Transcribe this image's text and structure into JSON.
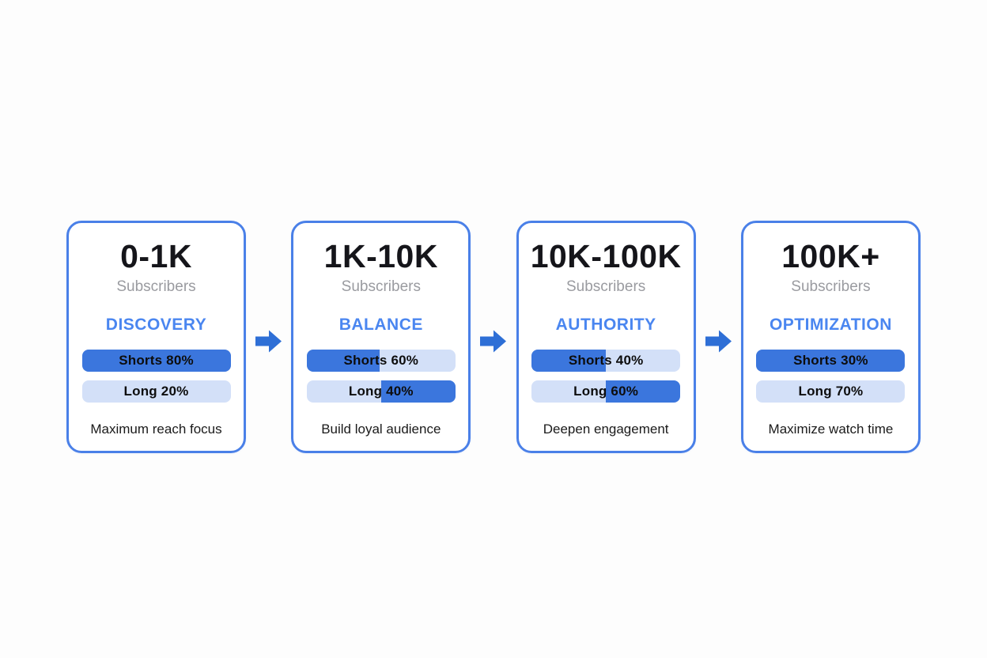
{
  "colors": {
    "background": "#fdfdfd",
    "card_border": "#4a80e8",
    "title": "#15151a",
    "subtitle": "#9a9ba0",
    "stage": "#4a86f0",
    "bar_dark": "#3b76dd",
    "bar_light": "#d3e0f8",
    "arrow": "#2e6fd6"
  },
  "arrow": {
    "color": "#2e6fd6"
  },
  "cards": [
    {
      "range": "0-1K",
      "subtitle": "Subscribers",
      "stage": "DISCOVERY",
      "bars": [
        {
          "label": "Shorts 80%",
          "fill_percent": 100,
          "fill_side": "left"
        },
        {
          "label": "Long 20%",
          "fill_percent": 0,
          "fill_side": "left"
        }
      ],
      "caption": "Maximum reach focus"
    },
    {
      "range": "1K-10K",
      "subtitle": "Subscribers",
      "stage": "BALANCE",
      "bars": [
        {
          "label": "Shorts 60%",
          "fill_percent": 49,
          "fill_side": "left"
        },
        {
          "label": "Long 40%",
          "fill_percent": 50,
          "fill_side": "right"
        }
      ],
      "caption": "Build loyal audience"
    },
    {
      "range": "10K-100K",
      "subtitle": "Subscribers",
      "stage": "AUTHORITY",
      "bars": [
        {
          "label": "Shorts 40%",
          "fill_percent": 50,
          "fill_side": "left"
        },
        {
          "label": "Long 60%",
          "fill_percent": 50,
          "fill_side": "right"
        }
      ],
      "caption": "Deepen engagement"
    },
    {
      "range": "100K+",
      "subtitle": "Subscribers",
      "stage": "OPTIMIZATION",
      "bars": [
        {
          "label": "Shorts 30%",
          "fill_percent": 100,
          "fill_side": "left"
        },
        {
          "label": "Long 70%",
          "fill_percent": 0,
          "fill_side": "left"
        }
      ],
      "caption": "Maximize watch time"
    }
  ]
}
